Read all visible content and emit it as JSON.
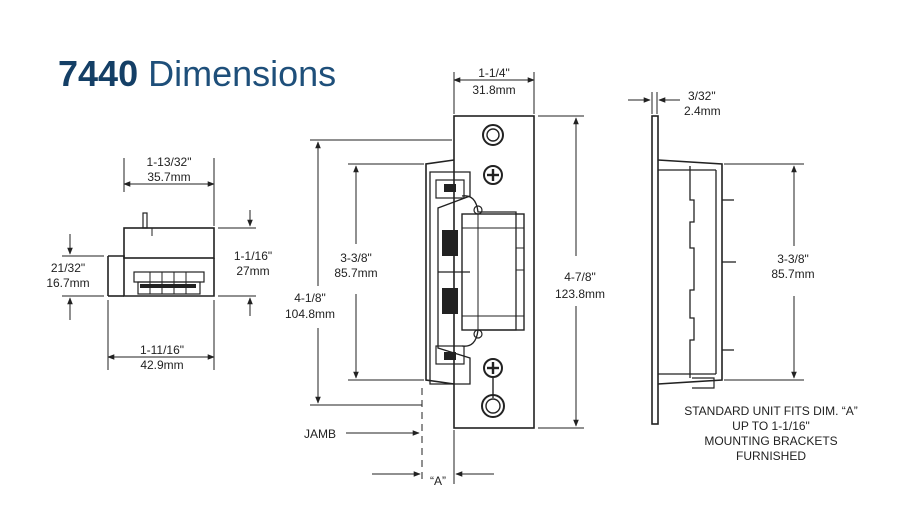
{
  "title": {
    "model": "7440",
    "text": "Dimensions"
  },
  "colors": {
    "title": "#1e4f7a",
    "title_number": "#143f66",
    "line": "#222222"
  },
  "side_view": {
    "top_width_in": "1-13/32\"",
    "top_width_mm": "35.7mm",
    "left_height_in": "21/32\"",
    "left_height_mm": "16.7mm",
    "right_height_in": "1-1/16\"",
    "right_height_mm": "27mm",
    "bottom_width_in": "1-11/16\"",
    "bottom_width_mm": "42.9mm"
  },
  "front_view": {
    "top_width_in": "1-1/4\"",
    "top_width_mm": "31.8mm",
    "inner_height_in": "3-3/8\"",
    "inner_height_mm": "85.7mm",
    "outer_height_in": "4-1/8\"",
    "outer_height_mm": "104.8mm",
    "plate_height_in": "4-7/8\"",
    "plate_height_mm": "123.8mm",
    "jamb_label": "JAMB",
    "a_label": "“A”"
  },
  "profile_view": {
    "thickness_in": "3/32\"",
    "thickness_mm": "2.4mm",
    "height_in": "3-3/8\"",
    "height_mm": "85.7mm",
    "note_lines": [
      "STANDARD UNIT FITS DIM. “A”",
      "UP TO 1-1/16\"",
      "MOUNTING BRACKETS",
      "FURNISHED"
    ]
  }
}
